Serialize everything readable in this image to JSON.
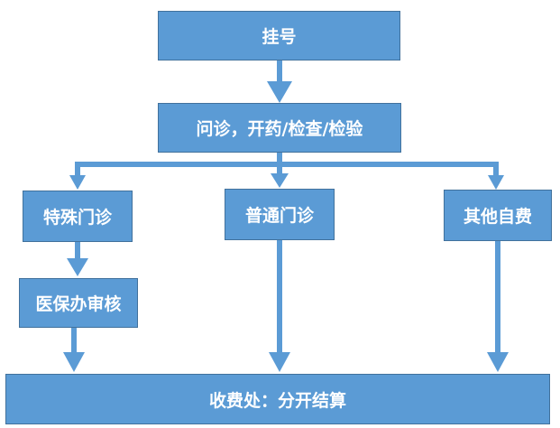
{
  "diagram": {
    "nodes": {
      "registration": "挂号",
      "consultation": "问诊，开药/检查/检验",
      "special_clinic": "特殊门诊",
      "general_clinic": "普通门诊",
      "self_pay": "其他自费",
      "insurance_review": "医保办审核",
      "cashier": "收费处：分开结算"
    },
    "edges": [
      {
        "from": "registration",
        "to": "consultation"
      },
      {
        "from": "consultation",
        "to": "special_clinic"
      },
      {
        "from": "consultation",
        "to": "general_clinic"
      },
      {
        "from": "consultation",
        "to": "self_pay"
      },
      {
        "from": "special_clinic",
        "to": "insurance_review"
      },
      {
        "from": "insurance_review",
        "to": "cashier"
      },
      {
        "from": "general_clinic",
        "to": "cashier"
      },
      {
        "from": "self_pay",
        "to": "cashier"
      }
    ],
    "colors": {
      "box_fill": "#5b9bd5",
      "box_border": "#41719c",
      "arrow": "#5b9bd5",
      "text": "#ffffff"
    }
  }
}
